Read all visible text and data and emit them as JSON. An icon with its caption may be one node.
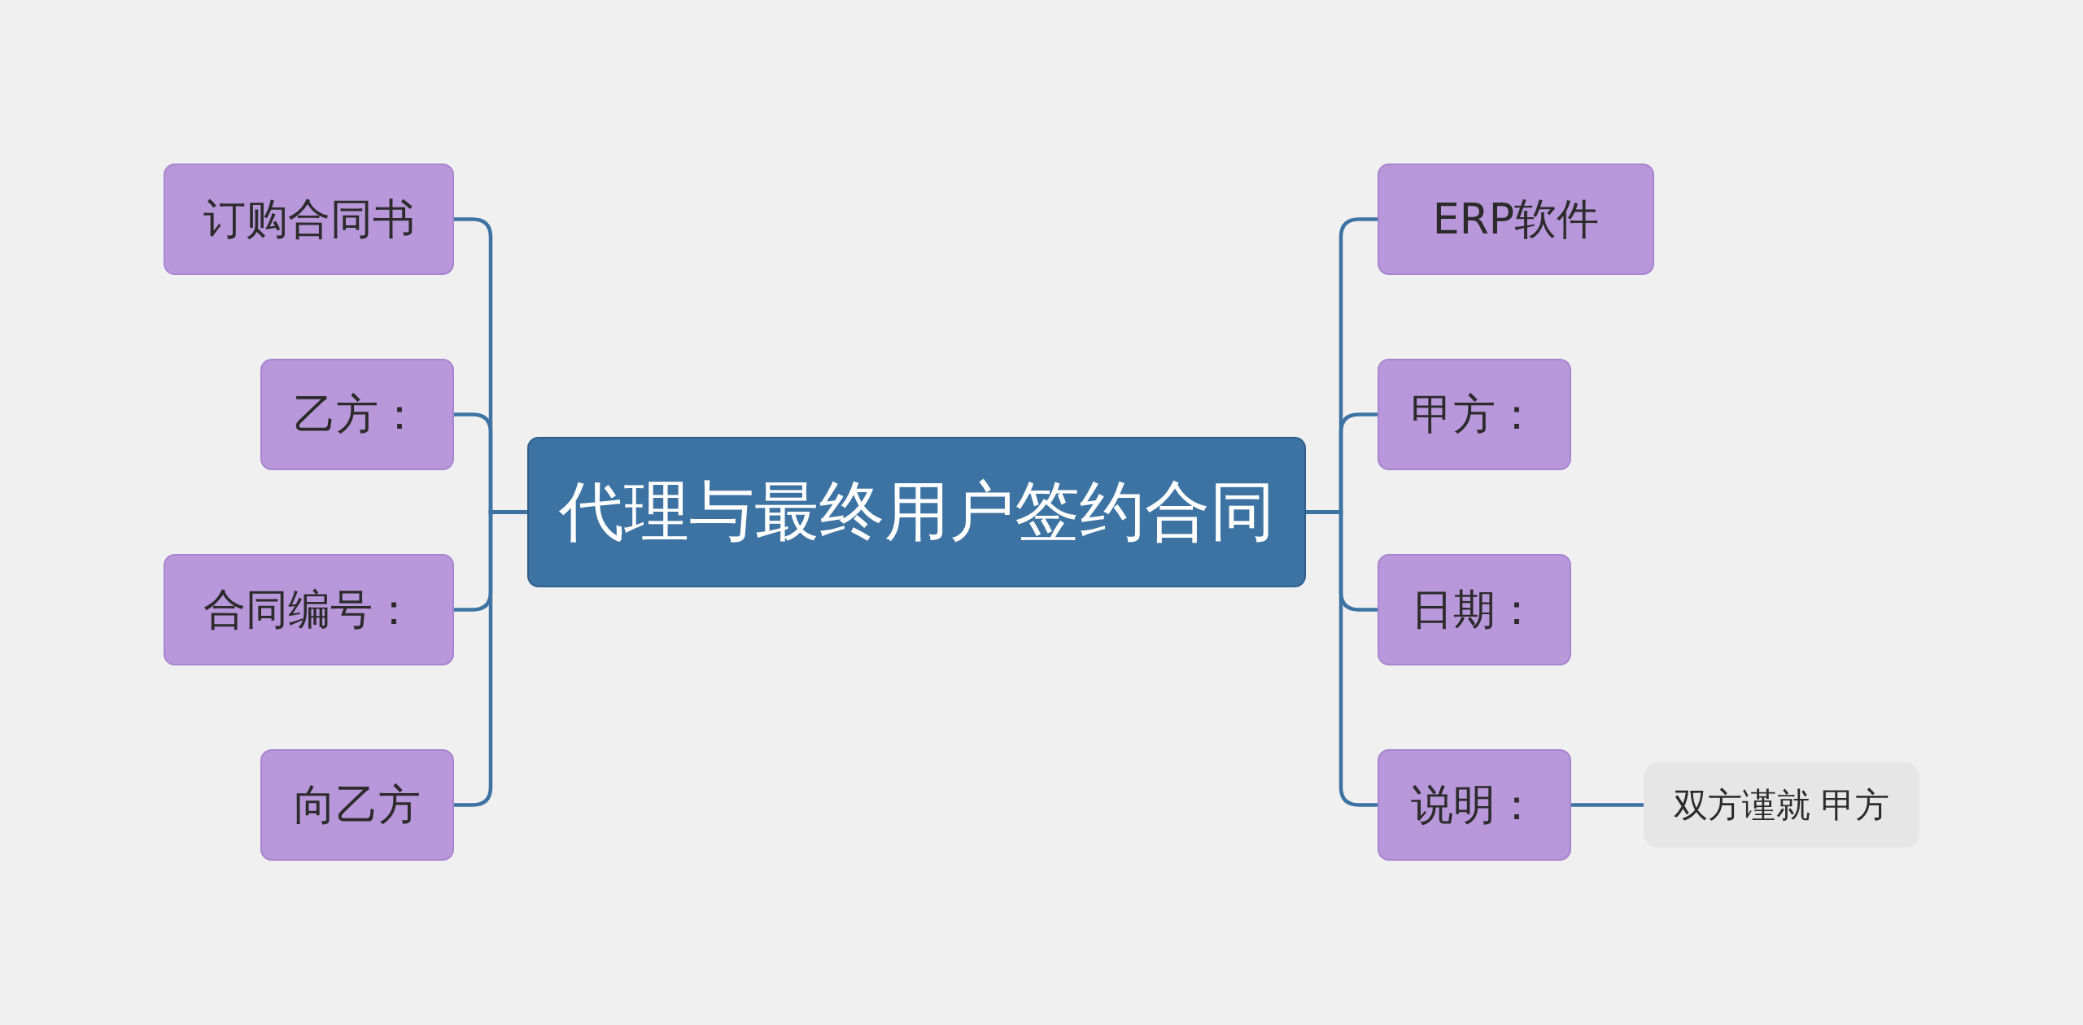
{
  "diagram": {
    "nodes": [
      {
        "text": [
          "代理与最终用户签约合同"
        ]
      },
      {
        "text": [
          "订购合同书"
        ]
      },
      {
        "text": [
          "乙方："
        ]
      },
      {
        "text": [
          "合同编号："
        ]
      },
      {
        "text": [
          "向乙方"
        ]
      },
      {
        "text": [
          "ERP软件"
        ]
      },
      {
        "text": [
          "甲方："
        ]
      },
      {
        "text": [
          "日期："
        ]
      },
      {
        "text": [
          "说明："
        ]
      },
      {
        "text": [
          "双方谨就 甲方"
        ]
      }
    ],
    "edges": [
      {
        "from": 0,
        "to": 1,
        "arrow": "none"
      },
      {
        "from": 0,
        "to": 2,
        "arrow": "none"
      },
      {
        "from": 0,
        "to": 3,
        "arrow": "none"
      },
      {
        "from": 0,
        "to": 4,
        "arrow": "none"
      },
      {
        "from": 0,
        "to": 5,
        "arrow": "none"
      },
      {
        "from": 0,
        "to": 6,
        "arrow": "none"
      },
      {
        "from": 0,
        "to": 7,
        "arrow": "none"
      },
      {
        "from": 0,
        "to": 8,
        "arrow": "none"
      },
      {
        "from": 8,
        "to": 9,
        "arrow": "none"
      }
    ]
  }
}
